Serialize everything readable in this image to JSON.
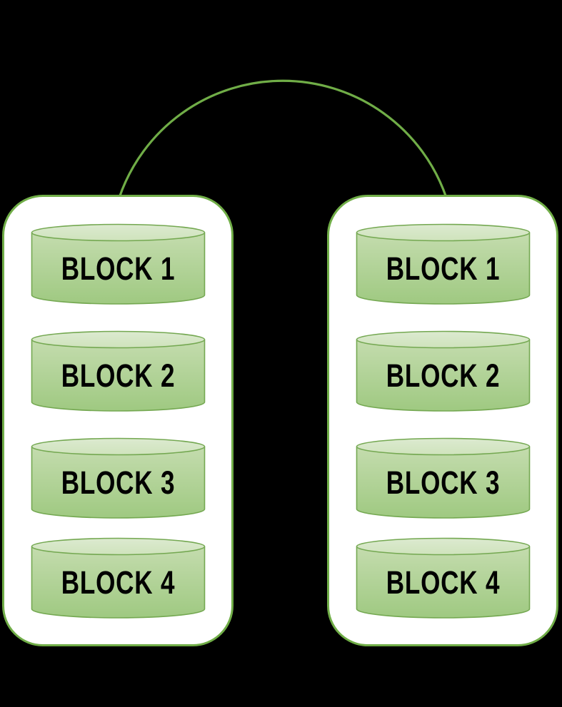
{
  "diagram": {
    "description": "Two rounded containers of stacked database-cylinder blocks linked by an arc connector",
    "colors": {
      "background": "#000000",
      "panel_fill": "#ffffff",
      "panel_border": "#70ad47",
      "connector_stroke": "#70ad47",
      "cylinder_border": "#74a851",
      "cylinder_top_light": "#d9e8c8",
      "cylinder_body_top": "#c4dcae",
      "cylinder_body_bottom": "#9fc981",
      "label_text": "#000000"
    },
    "connector": {
      "type": "arc",
      "from_panel": "left",
      "to_panel": "right"
    },
    "panels": [
      {
        "id": "left",
        "blocks": [
          {
            "label": "BLOCK 1"
          },
          {
            "label": "BLOCK 2"
          },
          {
            "label": "BLOCK 3"
          },
          {
            "label": "BLOCK 4"
          }
        ]
      },
      {
        "id": "right",
        "blocks": [
          {
            "label": "BLOCK 1"
          },
          {
            "label": "BLOCK 2"
          },
          {
            "label": "BLOCK 3"
          },
          {
            "label": "BLOCK 4"
          }
        ]
      }
    ]
  }
}
